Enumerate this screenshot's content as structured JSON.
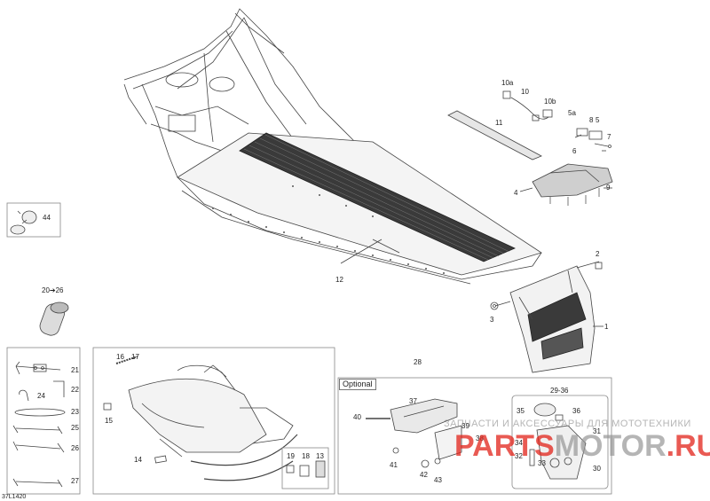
{
  "labels": {
    "l1": "1",
    "l2": "2",
    "l3": "3",
    "l4": "4",
    "l5": "5",
    "l5a": "5a",
    "l6": "6",
    "l7": "7",
    "l8": "8",
    "l9": "9",
    "l10": "10",
    "l10a": "10a",
    "l10b": "10b",
    "l11": "11",
    "l12": "12",
    "l13": "13",
    "l14": "14",
    "l15": "15",
    "l16": "16",
    "l17": "17",
    "l18": "18",
    "l19": "19",
    "l20_26": "20➔26",
    "l21": "21",
    "l22": "22",
    "l23": "23",
    "l24": "24",
    "l25": "25",
    "l26": "26",
    "l27": "27",
    "l28": "28",
    "l29_36": "29-36",
    "l30": "30",
    "l31": "31",
    "l32": "32",
    "l33": "33",
    "l34": "34",
    "l35": "35",
    "l36": "36",
    "l37": "37",
    "l38": "38",
    "l39": "39",
    "l40": "40",
    "l41": "41",
    "l42": "42",
    "l43": "43",
    "l44": "44"
  },
  "optional_title": "Optional",
  "diagram_code": "37L1420",
  "watermark": {
    "top_text": "ЗАПЧАСТИ И АКСЕССУАРЫ ДЛЯ МОТОТЕХНИКИ",
    "logo_part1": "PARTS",
    "logo_part2": "MOTOR",
    "logo_part3": ".RU",
    "colors": {
      "red": "#e2231a",
      "gray": "#9a9a9a"
    }
  }
}
